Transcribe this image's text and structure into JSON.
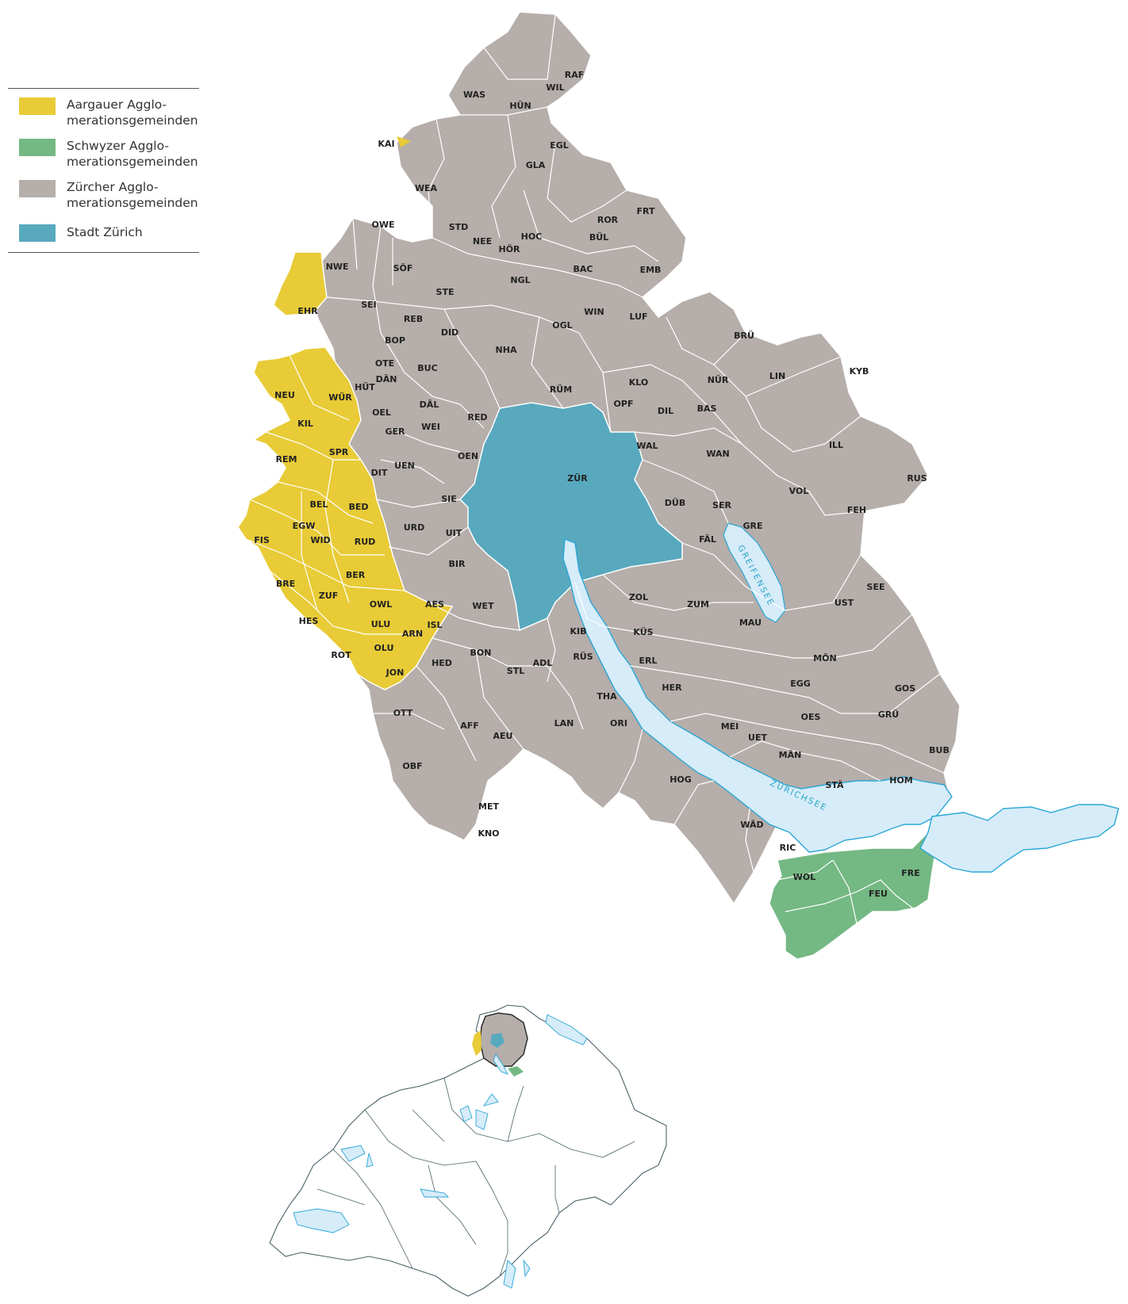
{
  "legend": {
    "items": [
      {
        "label": "Aargauer Agglo-\nmerationsgemeinden",
        "color": "#e8cb37"
      },
      {
        "label": "Schwyzer Agglo-\nmerationsgemeinden",
        "color": "#74b883"
      },
      {
        "label": "Zürcher Agglo-\nmerationsgemeinden",
        "color": "#b5aeaa"
      },
      {
        "label": "Stadt Zürich",
        "color": "#58a9be"
      }
    ]
  },
  "lakes": {
    "greifensee": "GREIFENSEE",
    "zuerichsee": "ZÜRICHSEE"
  },
  "municipalities": {
    "RAF": "RAF",
    "WIL": "WIL",
    "WAS": "WAS",
    "HÜN": "HÜN",
    "KAI": "KAI",
    "EGL": "EGL",
    "GLA": "GLA",
    "WEA": "WEA",
    "FRT": "FRT",
    "ROR": "ROR",
    "STD": "STD",
    "NEE": "NEE",
    "HOC": "HOC",
    "HÖR": "HÖR",
    "BÜL": "BÜL",
    "OWE": "OWE",
    "NWE": "NWE",
    "SÖF": "SÖF",
    "EMB": "EMB",
    "BAC": "BAC",
    "NGL": "NGL",
    "STE": "STE",
    "SEI": "SEI",
    "EHR": "EHR",
    "WIN": "WIN",
    "LUF": "LUF",
    "REB": "REB",
    "DID": "DID",
    "OGL": "OGL",
    "BOP": "BOP",
    "BRÜ": "BRÜ",
    "NHA": "NHA",
    "OTE": "OTE",
    "BUC": "BUC",
    "LIN": "LIN",
    "KYB": "KYB",
    "NEU": "NEU",
    "WÜR": "WÜR",
    "HÜT": "HÜT",
    "DÄN": "DÄN",
    "RÜM": "RÜM",
    "KLO": "KLO",
    "NÜR": "NÜR",
    "OPF": "OPF",
    "DÄL": "DÄL",
    "OEL": "OEL",
    "DIL": "DIL",
    "BAS": "BAS",
    "RED": "RED",
    "KIL": "KIL",
    "GER": "GER",
    "WEI": "WEI",
    "ILL": "ILL",
    "WAL": "WAL",
    "REM": "REM",
    "SPR": "SPR",
    "UEN": "UEN",
    "OEN": "OEN",
    "WAN": "WAN",
    "DIT": "DIT",
    "ZÜR": "ZÜR",
    "RUS": "RUS",
    "VOL": "VOL",
    "SIE": "SIE",
    "BEL": "BEL",
    "BED": "BED",
    "DÜB": "DÜB",
    "SER": "SER",
    "FEH": "FEH",
    "EGW": "EGW",
    "URD": "URD",
    "GRE": "GRE",
    "UIT": "UIT",
    "FIS": "FIS",
    "WID": "WID",
    "RUD": "RUD",
    "FÄL": "FÄL",
    "BIR": "BIR",
    "BER": "BER",
    "SEE": "SEE",
    "BRE": "BRE",
    "ZOL": "ZOL",
    "UST": "UST",
    "ZUF": "ZUF",
    "AES": "AES",
    "ZUM": "ZUM",
    "MAU": "MAU",
    "OWL": "OWL",
    "WET": "WET",
    "HES": "HES",
    "ULU": "ULU",
    "ISL": "ISL",
    "KIB": "KIB",
    "KÜS": "KÜS",
    "ARN": "ARN",
    "OLU": "OLU",
    "ROT": "ROT",
    "BON": "BON",
    "HED": "HED",
    "ADL": "ADL",
    "RÜS": "RÜS",
    "ERL": "ERL",
    "MÖN": "MÖN",
    "STL": "STL",
    "JON": "JON",
    "HER": "HER",
    "EGG": "EGG",
    "GOS": "GOS",
    "THA": "THA",
    "OTT": "OTT",
    "OES": "OES",
    "GRÜ": "GRÜ",
    "AFF": "AFF",
    "LAN": "LAN",
    "ORI": "ORI",
    "MEI": "MEI",
    "UET": "UET",
    "AEU": "AEU",
    "BUB": "BUB",
    "MÄN": "MÄN",
    "OBF": "OBF",
    "HOG": "HOG",
    "STÄ": "STÄ",
    "HOM": "HOM",
    "MET": "MET",
    "WÄD": "WÄD",
    "KNO": "KNO",
    "RIC": "RIC",
    "WOL": "WOL",
    "FRE": "FRE",
    "FEU": "FEU"
  },
  "colors": {
    "aargau": "#e8cb37",
    "schwyz": "#74b883",
    "zuerich_agglo": "#b5aeaa",
    "stadt_zuerich": "#58a9be",
    "lake": "#d6ecf8",
    "lake_outline": "#2aa6d6"
  }
}
